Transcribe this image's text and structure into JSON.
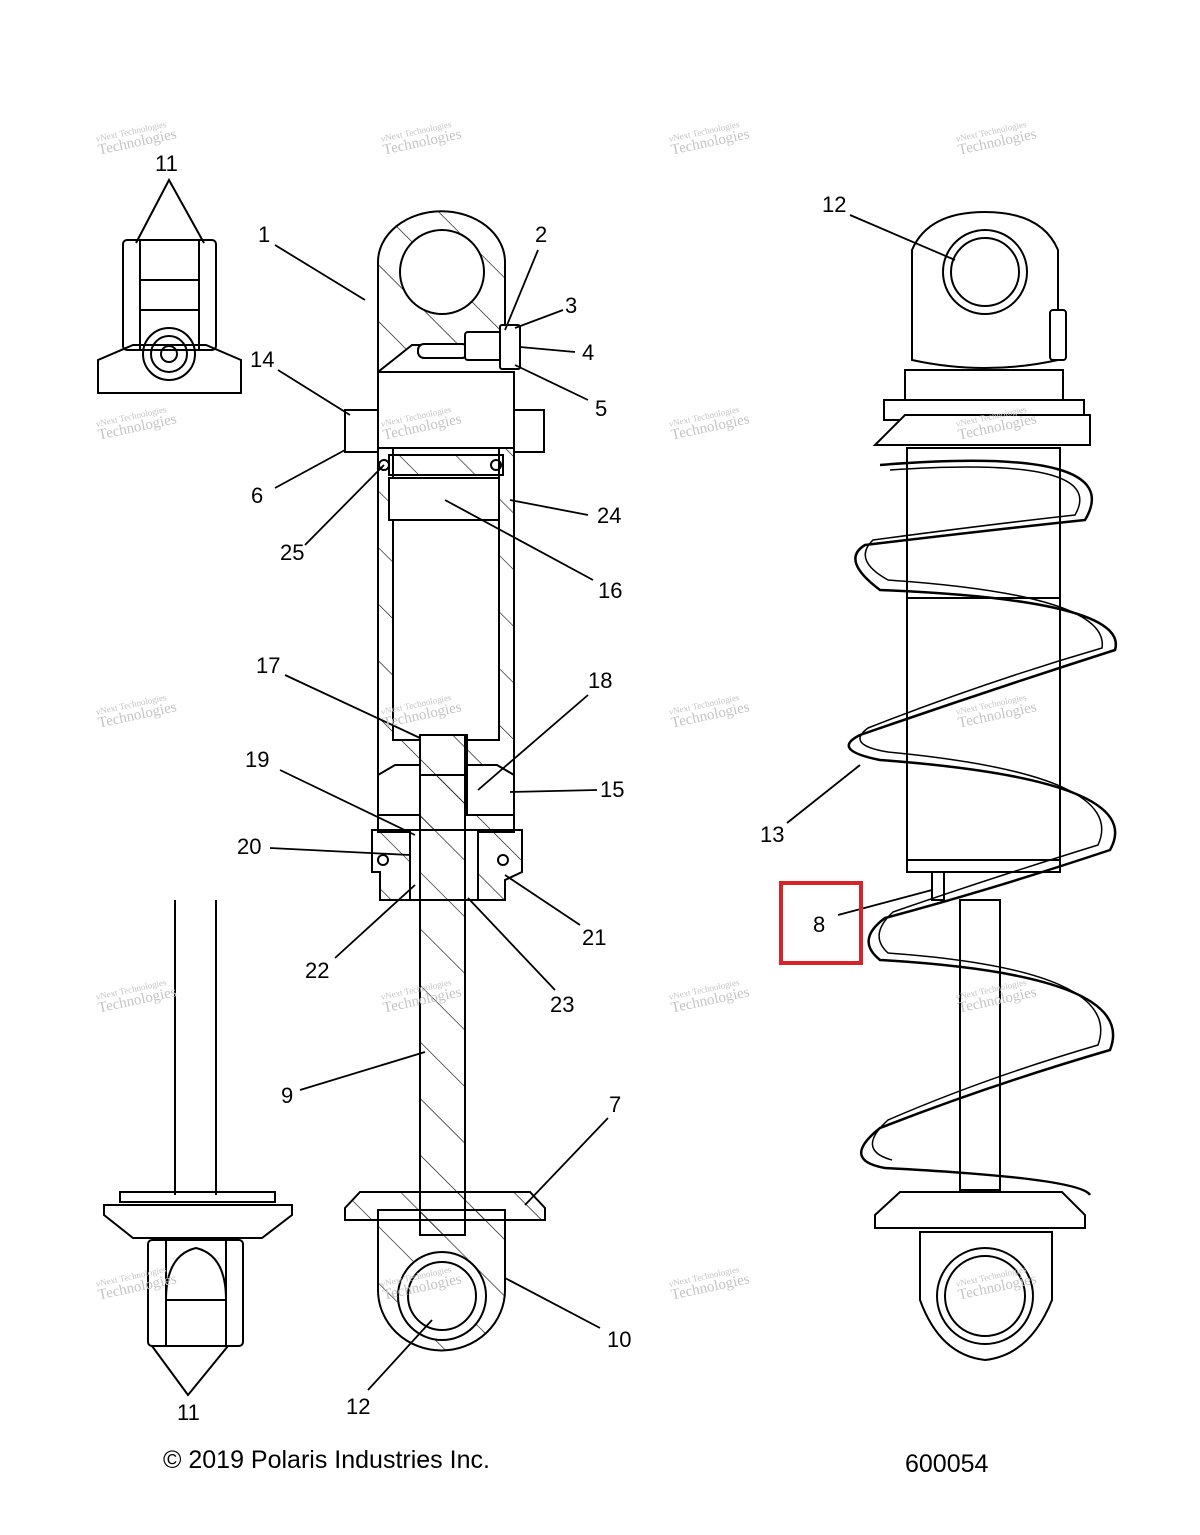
{
  "callouts": {
    "c1": "1",
    "c2": "2",
    "c3": "3",
    "c4": "4",
    "c5": "5",
    "c6": "6",
    "c7": "7",
    "c8": "8",
    "c9": "9",
    "c10": "10",
    "c11_top": "11",
    "c11_bottom": "11",
    "c12_top_right": "12",
    "c12_bottom": "12",
    "c13": "13",
    "c14": "14",
    "c15": "15",
    "c16": "16",
    "c17": "17",
    "c18": "18",
    "c19": "19",
    "c20": "20",
    "c21": "21",
    "c22": "22",
    "c23": "23",
    "c24": "24",
    "c25": "25"
  },
  "highlight": {
    "color": "#d9232a",
    "callout": "8"
  },
  "footer": {
    "copyright": "© 2019 Polaris Industries Inc.",
    "diagram_id": "600054"
  },
  "watermark": {
    "line1": "vNext Technologies",
    "line2": "Technologies"
  }
}
